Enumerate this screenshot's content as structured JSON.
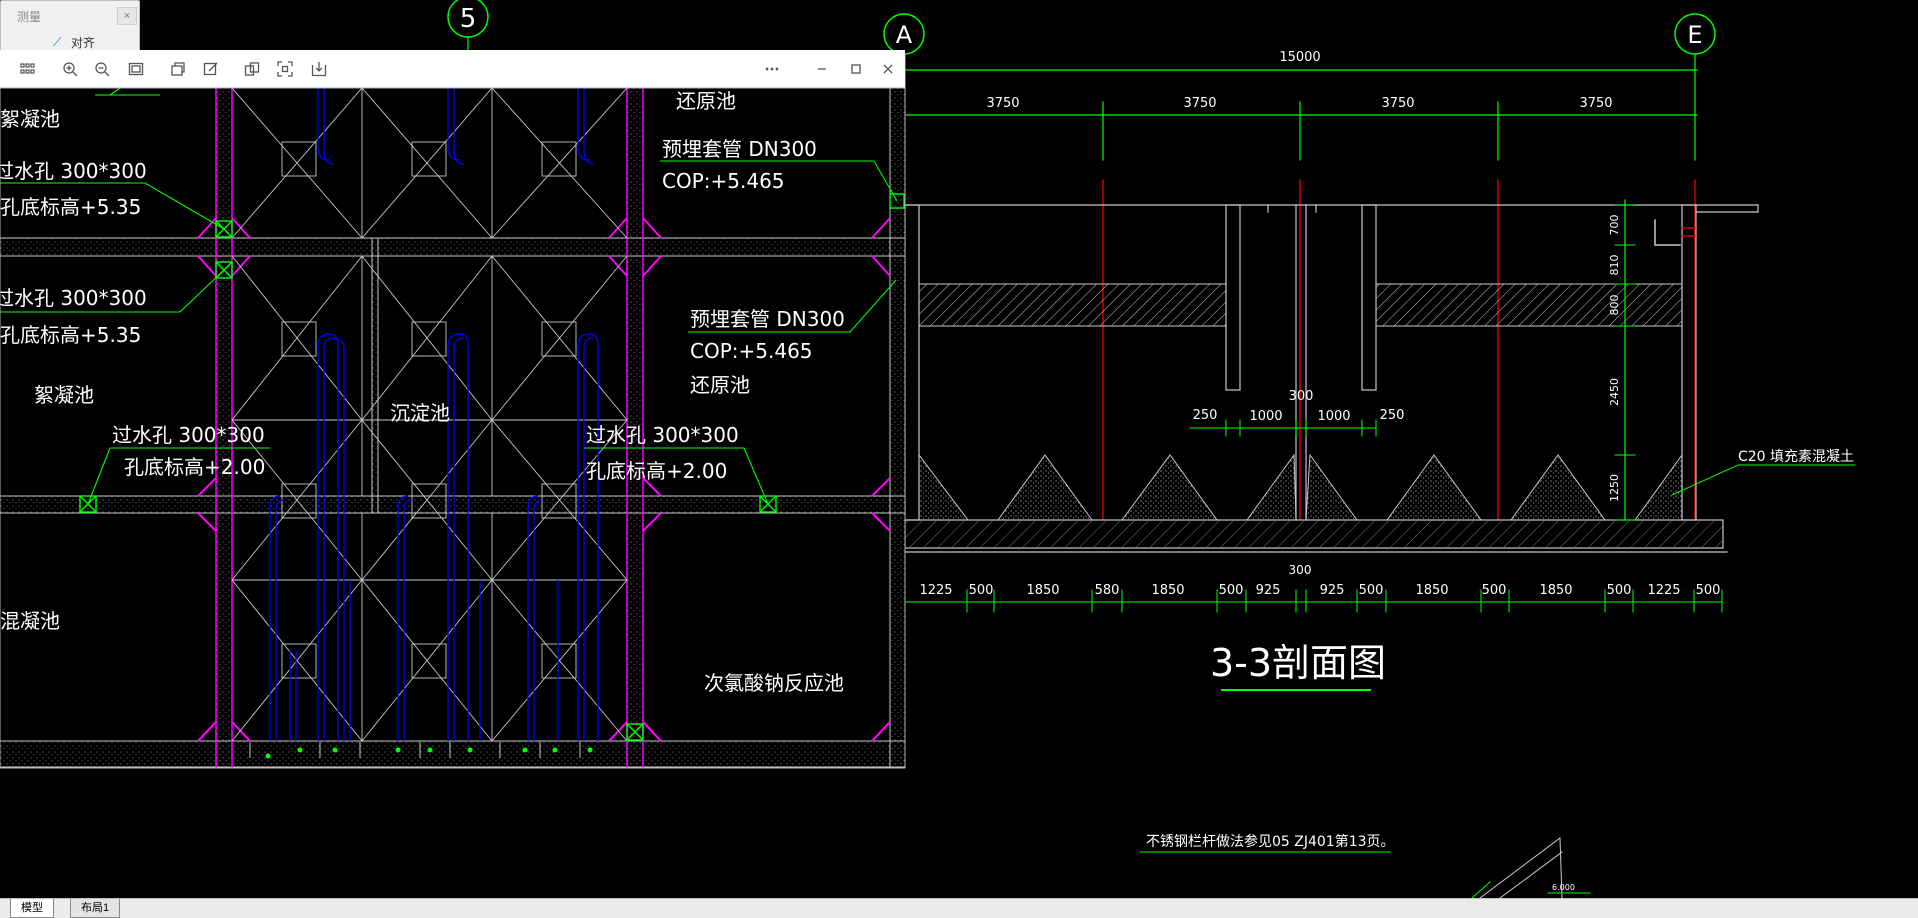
{
  "measure_panel": {
    "title": "测量",
    "align_label": "对齐",
    "close_label": "×"
  },
  "toolbar": {
    "icons": [
      "grid-icon",
      "zoom-in-icon",
      "zoom-out-icon",
      "fit-window-icon",
      "rotate-icon",
      "edit-icon",
      "compare-icon",
      "fullscreen-icon",
      "export-icon",
      "more-icon",
      "minimize-icon",
      "maximize-icon",
      "close-icon"
    ]
  },
  "plan": {
    "labels": {
      "flocc_top": "絮凝池",
      "hole1": "过水孔 300*300",
      "hole1_elev": "孔底标高+5.35",
      "hole2": "过水孔 300*300",
      "hole2_elev": "孔底标高+5.35",
      "flocc_mid": "絮凝池",
      "hole3": "过水孔 300*300",
      "hole3_elev": "孔底标高+2.00",
      "mixing": "混凝池",
      "sediment": "沉淀池",
      "hole4": "过水孔 300*300",
      "hole4_elev": "孔底标高+2.00",
      "pipe1": "预埋套管 DN300",
      "pipe1_cop": "COP:+5.465",
      "pipe2": "预埋套管 DN300",
      "pipe2_cop": "COP:+5.465",
      "reduction_top": "还原池",
      "reduction_mid": "还原池",
      "hypo": "次氯酸钠反应池"
    }
  },
  "section": {
    "grid_5": "5",
    "grid_A": "A",
    "grid_E": "E",
    "total": "15000",
    "top_dims": [
      "3750",
      "3750",
      "3750",
      "3750"
    ],
    "mid_dims": [
      "250",
      "1000",
      "300",
      "1000",
      "250"
    ],
    "vert_dims": [
      "700",
      "810",
      "800",
      "2450",
      "1250"
    ],
    "base_300": "300",
    "bottom_dims": [
      "1225",
      "500",
      "1850",
      "580",
      "1850",
      "500",
      "925",
      "925",
      "500",
      "1850",
      "500",
      "1850",
      "500",
      "1225",
      "500"
    ],
    "title": "3-3剖面图",
    "note_c20": "C20 填充素混凝土",
    "note_rail": "不锈钢栏杆做法参见05 ZJ401第13页。",
    "small_elev": "6.000"
  },
  "tabs": {
    "model": "模型",
    "layout1": "布局1"
  },
  "colors": {
    "wall": "#ff00ff",
    "leader": "#00ff00",
    "pipe": "#0000ff",
    "text": "#ffffff",
    "dim": "#00ff00",
    "axis": "#ff0000",
    "grey": "#c8c8c8"
  }
}
